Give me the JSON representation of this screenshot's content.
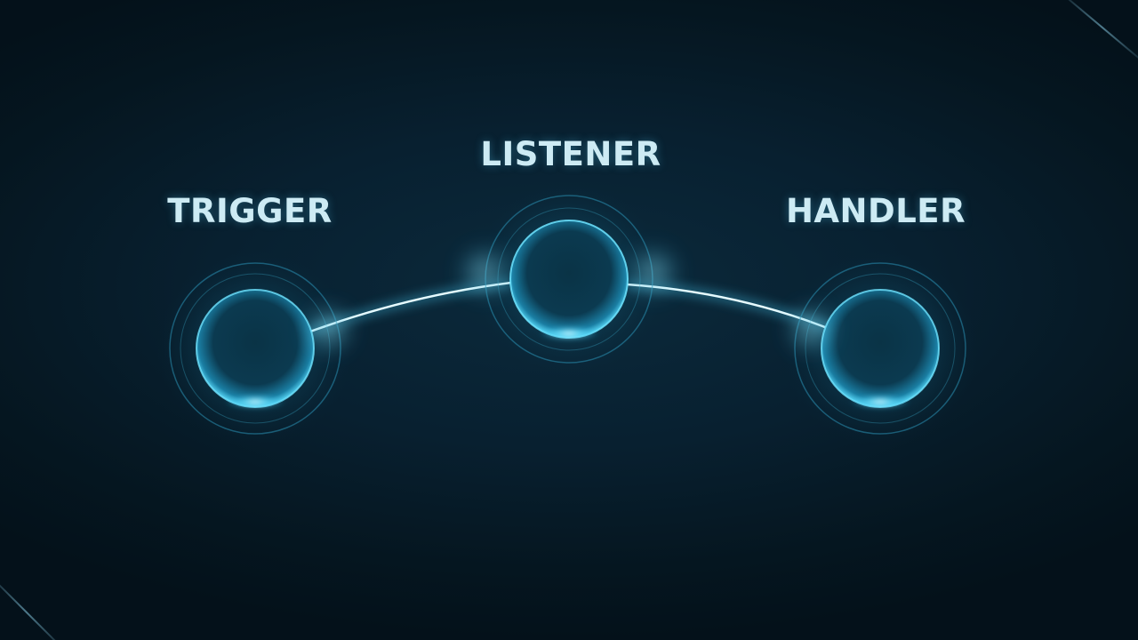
{
  "diagram": {
    "nodes": [
      {
        "id": "trigger",
        "label": "TRIGGER"
      },
      {
        "id": "listener",
        "label": "LISTENER"
      },
      {
        "id": "handler",
        "label": "HANDLER"
      }
    ],
    "edges": [
      {
        "from": "trigger",
        "to": "listener"
      },
      {
        "from": "listener",
        "to": "handler"
      }
    ],
    "colors": {
      "background": "#06151f",
      "glow": "#2fd0f5",
      "ring": "#3aa9c9",
      "label": "#cdebf4"
    }
  }
}
